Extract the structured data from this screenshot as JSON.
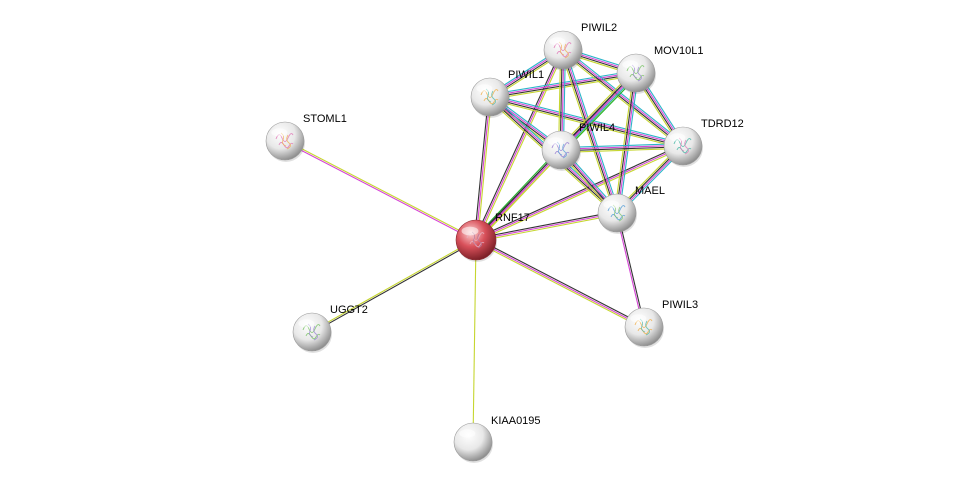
{
  "network": {
    "query_node": "RNF17",
    "colors": {
      "query_node": "#d8505a",
      "node": "#e6e6e6",
      "label": "#000000",
      "evidence": {
        "textmining": "#c6d630",
        "coexpression": "#333333",
        "experiments": "#d646d6",
        "databases": "#2ab4c8",
        "gene_neighborhood": "#22b22a"
      }
    },
    "nodes": [
      {
        "id": "RNF17",
        "label": "RNF17",
        "query": true,
        "icon": "protein-structure-icon"
      },
      {
        "id": "PIWIL2",
        "label": "PIWIL2",
        "query": false,
        "icon": "protein-structure-icon"
      },
      {
        "id": "MOV10L1",
        "label": "MOV10L1",
        "query": false,
        "icon": "protein-structure-icon"
      },
      {
        "id": "PIWIL1",
        "label": "PIWIL1",
        "query": false,
        "icon": "protein-structure-icon"
      },
      {
        "id": "PIWIL4",
        "label": "PIWIL4",
        "query": false,
        "icon": "protein-structure-icon"
      },
      {
        "id": "TDRD12",
        "label": "TDRD12",
        "query": false,
        "icon": "protein-structure-icon"
      },
      {
        "id": "MAEL",
        "label": "MAEL",
        "query": false,
        "icon": "protein-structure-icon"
      },
      {
        "id": "STOML1",
        "label": "STOML1",
        "query": false,
        "icon": "protein-structure-icon"
      },
      {
        "id": "UGGT2",
        "label": "UGGT2",
        "query": false,
        "icon": "protein-structure-icon"
      },
      {
        "id": "PIWIL3",
        "label": "PIWIL3",
        "query": false,
        "icon": "protein-structure-icon"
      },
      {
        "id": "KIAA0195",
        "label": "KIAA0195",
        "query": false,
        "icon": "plain-sphere-icon"
      }
    ],
    "edges": [
      {
        "source": "RNF17",
        "target": "STOML1",
        "evidence": [
          "experiments",
          "textmining"
        ]
      },
      {
        "source": "RNF17",
        "target": "UGGT2",
        "evidence": [
          "coexpression",
          "textmining"
        ]
      },
      {
        "source": "RNF17",
        "target": "KIAA0195",
        "evidence": [
          "textmining"
        ]
      },
      {
        "source": "RNF17",
        "target": "PIWIL3",
        "evidence": [
          "coexpression",
          "experiments",
          "textmining"
        ]
      },
      {
        "source": "RNF17",
        "target": "MAEL",
        "evidence": [
          "coexpression",
          "experiments",
          "textmining"
        ]
      },
      {
        "source": "RNF17",
        "target": "PIWIL4",
        "evidence": [
          "gene_neighborhood",
          "coexpression",
          "experiments",
          "textmining"
        ]
      },
      {
        "source": "RNF17",
        "target": "PIWIL1",
        "evidence": [
          "coexpression",
          "experiments",
          "textmining"
        ]
      },
      {
        "source": "RNF17",
        "target": "PIWIL2",
        "evidence": [
          "coexpression",
          "experiments",
          "textmining"
        ]
      },
      {
        "source": "RNF17",
        "target": "MOV10L1",
        "evidence": [
          "coexpression",
          "experiments",
          "textmining"
        ]
      },
      {
        "source": "RNF17",
        "target": "TDRD12",
        "evidence": [
          "coexpression",
          "experiments",
          "textmining"
        ]
      },
      {
        "source": "PIWIL1",
        "target": "PIWIL2",
        "evidence": [
          "databases",
          "experiments",
          "coexpression",
          "textmining"
        ]
      },
      {
        "source": "PIWIL1",
        "target": "MOV10L1",
        "evidence": [
          "databases",
          "experiments",
          "coexpression",
          "textmining"
        ]
      },
      {
        "source": "PIWIL1",
        "target": "PIWIL4",
        "evidence": [
          "databases",
          "experiments",
          "coexpression",
          "textmining"
        ]
      },
      {
        "source": "PIWIL1",
        "target": "TDRD12",
        "evidence": [
          "databases",
          "experiments",
          "coexpression",
          "textmining"
        ]
      },
      {
        "source": "PIWIL1",
        "target": "MAEL",
        "evidence": [
          "databases",
          "experiments",
          "coexpression",
          "textmining"
        ]
      },
      {
        "source": "PIWIL2",
        "target": "MOV10L1",
        "evidence": [
          "databases",
          "experiments",
          "coexpression",
          "textmining"
        ]
      },
      {
        "source": "PIWIL2",
        "target": "PIWIL4",
        "evidence": [
          "databases",
          "experiments",
          "coexpression",
          "textmining"
        ]
      },
      {
        "source": "PIWIL2",
        "target": "TDRD12",
        "evidence": [
          "databases",
          "experiments",
          "coexpression",
          "textmining"
        ]
      },
      {
        "source": "PIWIL2",
        "target": "MAEL",
        "evidence": [
          "databases",
          "experiments",
          "coexpression",
          "textmining"
        ]
      },
      {
        "source": "MOV10L1",
        "target": "PIWIL4",
        "evidence": [
          "gene_neighborhood",
          "databases",
          "experiments",
          "coexpression",
          "textmining"
        ]
      },
      {
        "source": "MOV10L1",
        "target": "TDRD12",
        "evidence": [
          "databases",
          "experiments",
          "coexpression",
          "textmining"
        ]
      },
      {
        "source": "MOV10L1",
        "target": "MAEL",
        "evidence": [
          "databases",
          "experiments",
          "coexpression",
          "textmining"
        ]
      },
      {
        "source": "PIWIL4",
        "target": "TDRD12",
        "evidence": [
          "databases",
          "experiments",
          "coexpression",
          "textmining"
        ]
      },
      {
        "source": "PIWIL4",
        "target": "MAEL",
        "evidence": [
          "databases",
          "experiments",
          "coexpression",
          "textmining"
        ]
      },
      {
        "source": "TDRD12",
        "target": "MAEL",
        "evidence": [
          "databases",
          "experiments",
          "coexpression",
          "textmining"
        ]
      },
      {
        "source": "MAEL",
        "target": "PIWIL3",
        "evidence": [
          "coexpression",
          "experiments"
        ]
      }
    ]
  }
}
